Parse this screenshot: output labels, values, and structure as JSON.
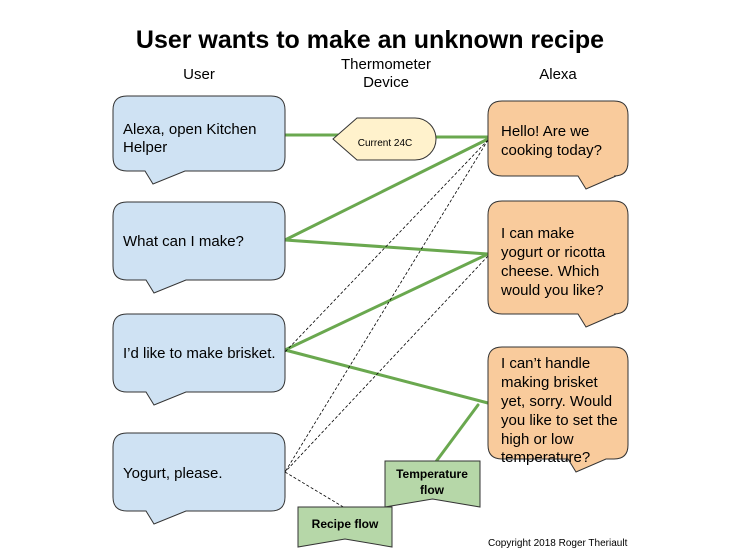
{
  "title": "User wants to make an unknown recipe",
  "columns": {
    "user": "User",
    "thermometer_line1": "Thermometer",
    "thermometer_line2": "Device",
    "alexa": "Alexa"
  },
  "user_bubbles": [
    {
      "lines": [
        "Alexa, open Kitchen",
        "Helper"
      ]
    },
    {
      "lines": [
        "What can I make?"
      ]
    },
    {
      "lines": [
        "I’d like to make brisket."
      ]
    },
    {
      "lines": [
        "Yogurt, please."
      ]
    }
  ],
  "alexa_bubbles": [
    {
      "lines": [
        "Hello! Are we",
        "cooking today?"
      ]
    },
    {
      "lines": [
        "I can make",
        "yogurt or ricotta",
        "cheese. Which",
        "would you like?"
      ]
    },
    {
      "lines": [
        "I can’t handle",
        "making brisket",
        "yet, sorry. Would",
        "you like to set the",
        "high or low",
        "temperature?"
      ]
    }
  ],
  "device": {
    "label": "Current 24C"
  },
  "tags": {
    "temperature_line1": "Temperature",
    "temperature_line2": "flow",
    "recipe": "Recipe flow"
  },
  "copyright": "Copyright 2018 Roger Theriault",
  "colors": {
    "user_fill": "#cfe2f3",
    "alexa_fill": "#f9cb9c",
    "device_fill": "#fff2cc",
    "tag_fill": "#b6d7a8",
    "solid_edge": "#6aa84f",
    "dashed_edge": "#000000",
    "stroke": "#333333"
  }
}
